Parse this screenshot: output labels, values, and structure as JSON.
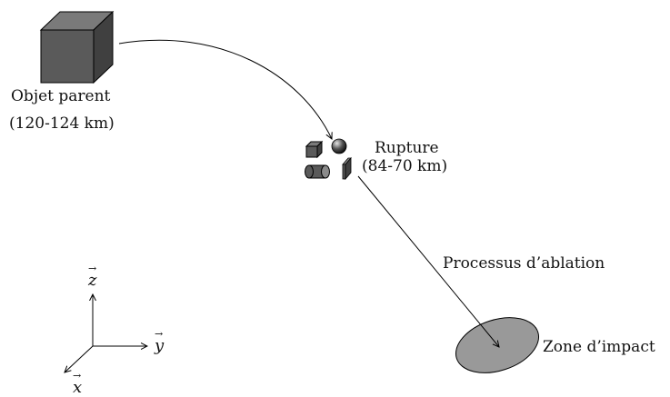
{
  "labels": {
    "parent_name": "Objet parent",
    "parent_altitude": "(120-124 km)",
    "rupture_name": "Rupture",
    "rupture_altitude": "(84-70 km)",
    "ablation": "Processus d’ablation",
    "impact": "Zone d’impact"
  },
  "axes": {
    "z": "z",
    "y": "y",
    "x": "x"
  },
  "colors": {
    "cube_front": "#5a5a5a",
    "cube_top": "#7a7a7a",
    "cube_side": "#404040",
    "impact_fill": "#999999",
    "stroke": "#000000"
  }
}
